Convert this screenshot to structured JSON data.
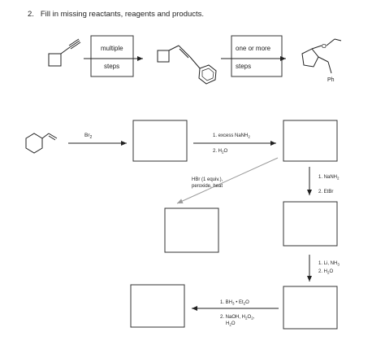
{
  "question": {
    "number": "2.",
    "prompt": "Fill in missing reactants, reagents and products."
  },
  "top_scheme": {
    "box1": {
      "line1": "multiple",
      "line2": "steps"
    },
    "box2": {
      "line1": "one or more",
      "line2": "steps"
    },
    "product_substituent": "Ph"
  },
  "reaction_grid": {
    "br2": "Br",
    "br2_sub": "2",
    "step_top_right": {
      "line1": "1. excess NaNH",
      "line1_sub": "2",
      "line2": "2. H",
      "line2_sub": "2",
      "line2_end": "O"
    },
    "step_diagonal": {
      "line1": "HBr (1 equiv.),",
      "line2": "peroxide, heat"
    },
    "step_right_down1": {
      "line1": "1. NaNH",
      "line1_sub": "2",
      "line2": "2. EtBr"
    },
    "step_right_down2": {
      "line1": "1. Li, NH",
      "line1_sub": "3",
      "line2": "2. H",
      "line2_sub": "2",
      "line2_end": "O"
    },
    "step_bottom": {
      "line1": "1. BH",
      "line1_sub": "3",
      "line1_mid": " • Et",
      "line1_sub2": "2",
      "line1_end": "O",
      "line2": "2. NaOH, H",
      "line2_sub": "2",
      "line2_mid": "O",
      "line2_sub2": "2",
      "line2_end": ",",
      "line3": "H",
      "line3_sub": "2",
      "line3_end": "O"
    }
  },
  "colors": {
    "line": "#222222",
    "diagonal_arrow": "#9a9a9a",
    "box_border": "#333333"
  }
}
